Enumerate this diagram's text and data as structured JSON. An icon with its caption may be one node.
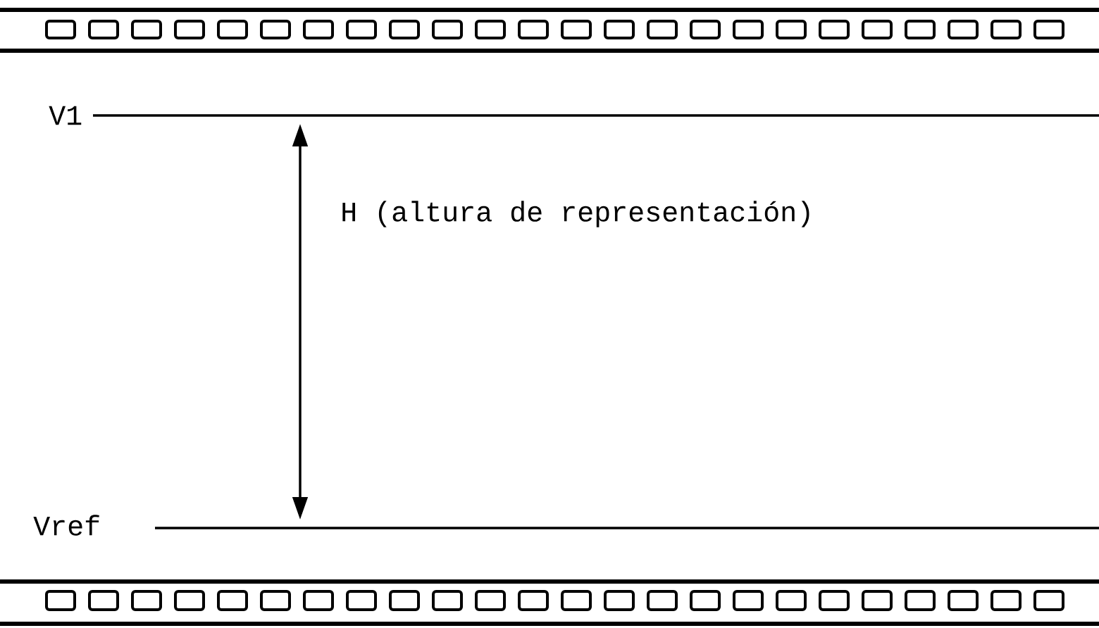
{
  "diagram": {
    "labels": [
      "V1",
      "H (altura de representación)",
      "Vref"
    ]
  }
}
